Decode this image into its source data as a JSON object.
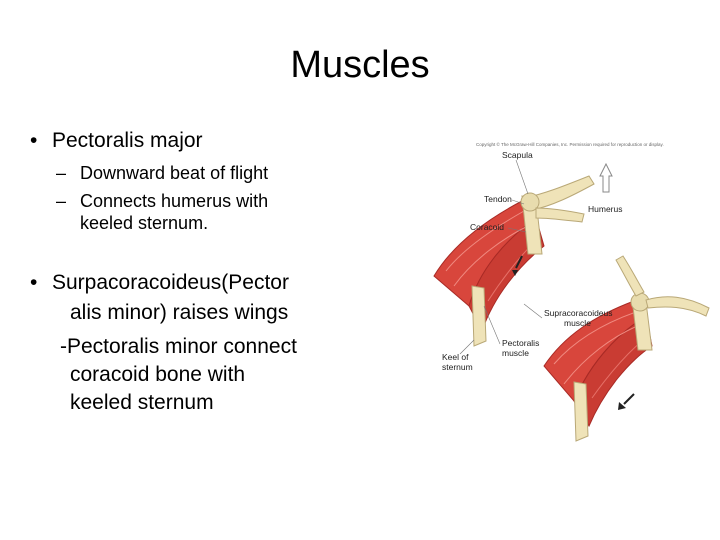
{
  "slide": {
    "title": "Muscles",
    "bullet1": {
      "text": "Pectoralis major",
      "subs": [
        "Downward beat of flight",
        "Connects humerus with",
        "keeled sternum."
      ]
    },
    "bullet2": {
      "lines": [
        "Surpacoracoideus(Pector",
        "alis minor) raises wings",
        "-Pectoralis minor connect",
        "coracoid bone with",
        "keeled sternum"
      ]
    },
    "bullet_glyph": "•",
    "dash_glyph": "–"
  },
  "figure": {
    "copyright": "Copyright © The McGraw-Hill Companies, Inc. Permission required for reproduction or display.",
    "labels": {
      "scapula": "Scapula",
      "tendon": "Tendon",
      "humerus": "Humerus",
      "coracoid": "Coracoid",
      "supracoracoideus_1": "Supracoracoideus",
      "supracoracoideus_2": "muscle",
      "pectoralis_1": "Pectoralis",
      "pectoralis_2": "muscle",
      "keel_1": "Keel of",
      "keel_2": "sternum"
    },
    "colors": {
      "muscle": "#d8463c",
      "muscle_dark": "#a82a25",
      "bone": "#efe3b8",
      "bone_edge": "#b9a877"
    }
  }
}
